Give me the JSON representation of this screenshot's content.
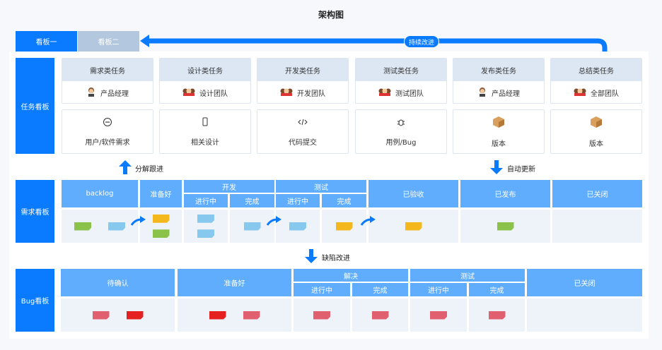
{
  "title": "架构图",
  "tabs": [
    "看板一",
    "看板二"
  ],
  "loop_label": "持续改进",
  "task_board": {
    "label": "任务看板",
    "columns": [
      {
        "title": "需求类任务",
        "owner": "产品经理",
        "owner_icon": "person-icon",
        "item": "用户/软件需求",
        "item_icon": "chat-icon"
      },
      {
        "title": "设计类任务",
        "owner": "设计团队",
        "owner_icon": "team-icon",
        "item": "相关设计",
        "item_icon": "phone-icon"
      },
      {
        "title": "开发类任务",
        "owner": "开发团队",
        "owner_icon": "team-icon",
        "item": "代码提交",
        "item_icon": "code-icon"
      },
      {
        "title": "测试类任务",
        "owner": "测试团队",
        "owner_icon": "team-icon",
        "item": "用例/Bug",
        "item_icon": "bug-icon"
      },
      {
        "title": "发布类任务",
        "owner": "产品经理",
        "owner_icon": "person-icon",
        "item": "版本",
        "item_icon": "package-icon"
      },
      {
        "title": "总结类任务",
        "owner": "全部团队",
        "owner_icon": "team-icon",
        "item": "版本",
        "item_icon": "package-icon"
      }
    ]
  },
  "arrows": {
    "up": "分解跟进",
    "auto": "自动更新",
    "defect": "缺陷改进"
  },
  "req_board": {
    "label": "需求看板",
    "groups": [
      "开发",
      "测试"
    ],
    "columns": [
      {
        "title": "backlog",
        "stickies": [
          "#8bc34a",
          "#87c8ee"
        ]
      },
      {
        "title": "准备好",
        "stickies": [
          "#f5b81c",
          "#8bc34a"
        ]
      },
      {
        "title": "进行中",
        "stickies": [
          "#87c8ee",
          "#87c8ee"
        ]
      },
      {
        "title": "完成",
        "stickies": [
          "#87c8ee"
        ]
      },
      {
        "title": "进行中",
        "stickies": [
          "#87c8ee"
        ]
      },
      {
        "title": "完成",
        "stickies": [
          "#f5b81c"
        ]
      },
      {
        "title": "已验收",
        "stickies": [
          "#f5b81c"
        ]
      },
      {
        "title": "已发布",
        "stickies": [
          "#8bc34a"
        ]
      },
      {
        "title": "已关闭",
        "stickies": []
      }
    ]
  },
  "bug_board": {
    "label": "Bug看板",
    "groups": [
      "解决",
      "测试"
    ],
    "columns": [
      {
        "title": "待确认",
        "stickies": [
          "#e06070",
          "#e52020"
        ]
      },
      {
        "title": "准备好",
        "stickies": [
          "#e52020",
          "#e06070"
        ]
      },
      {
        "title": "进行中",
        "stickies": [
          "#e06070"
        ]
      },
      {
        "title": "完成",
        "stickies": [
          "#e06070"
        ]
      },
      {
        "title": "进行中",
        "stickies": [
          "#e06070"
        ]
      },
      {
        "title": "完成",
        "stickies": [
          "#e06070"
        ]
      },
      {
        "title": "已关闭",
        "stickies": []
      }
    ]
  },
  "colors": {
    "primary": "#0a7aff",
    "header": "#5fadfc",
    "tab_inactive": "#b3c7de"
  }
}
